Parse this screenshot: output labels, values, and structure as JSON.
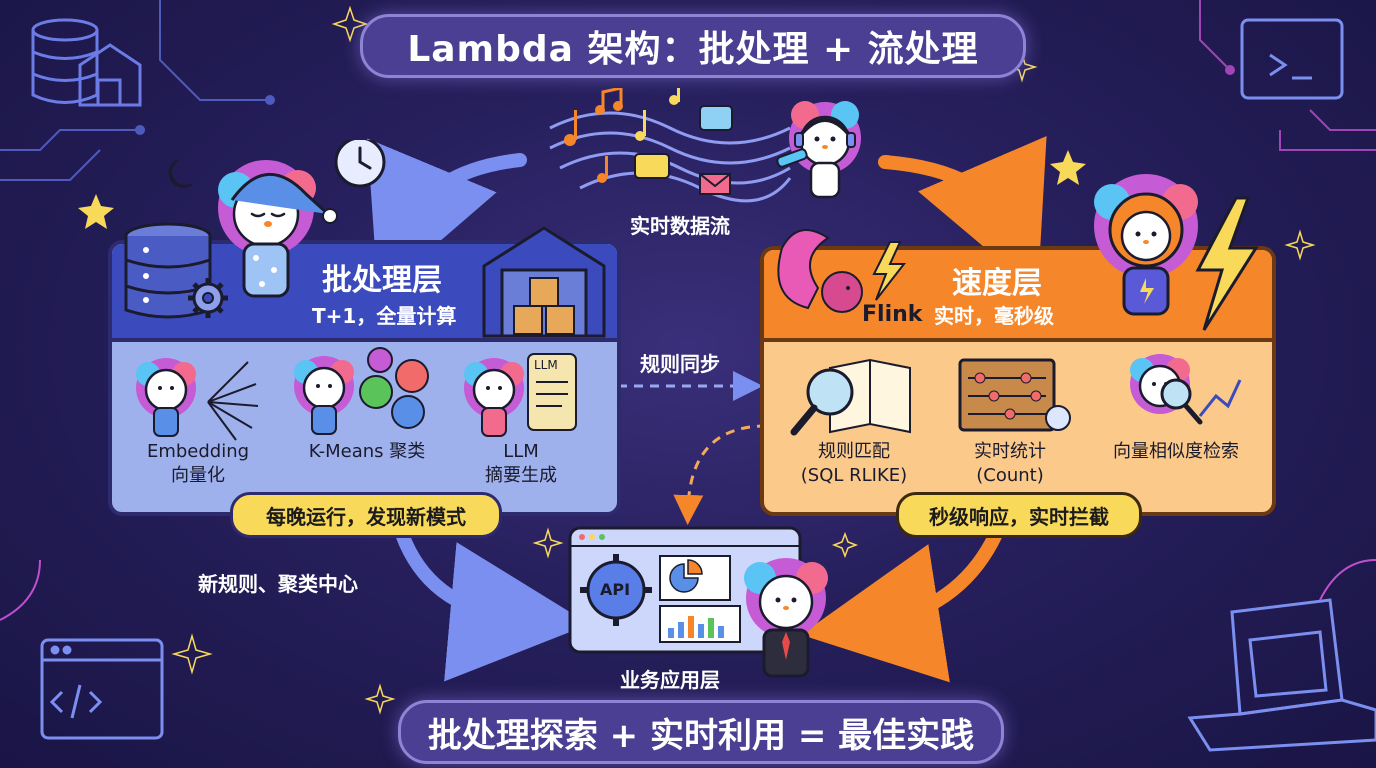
{
  "title": "Lambda 架构：批处理 + 流处理",
  "footer": "批处理探索 + 实时利用 = 最佳实践",
  "stream": {
    "label": "实时数据流"
  },
  "batch_layer": {
    "title": "批处理层",
    "subtitle": "T+1，全量计算",
    "items": [
      {
        "line1": "Embedding",
        "line2": "向量化"
      },
      {
        "line1": "K-Means 聚类",
        "line2": ""
      },
      {
        "line1": "LLM",
        "line2": "摘要生成"
      }
    ],
    "footer_badge": "每晚运行，发现新模式",
    "doc_text": "LLM"
  },
  "speed_layer": {
    "title": "速度层",
    "engine": "Flink",
    "subtitle": "实时，毫秒级",
    "items": [
      {
        "line1": "规则匹配",
        "line2": "(SQL RLIKE)"
      },
      {
        "line1": "实时统计",
        "line2": "(Count)"
      },
      {
        "line1": "向量相似度检索",
        "line2": ""
      }
    ],
    "footer_badge": "秒级响应，实时拦截"
  },
  "rule_sync_label": "规则同步",
  "new_rules_label": "新规则、聚类中心",
  "app_layer": {
    "label": "业务应用层",
    "api_text": "API"
  },
  "colors": {
    "background": "#261f5c",
    "batch_head": "#3b4bbd",
    "batch_body": "#9fb1ec",
    "speed_head": "#f5872a",
    "speed_body": "#fbc98a",
    "badge": "#f8d95a",
    "arrow_blue": "#7b8ff0",
    "arrow_orange": "#f5872a"
  }
}
